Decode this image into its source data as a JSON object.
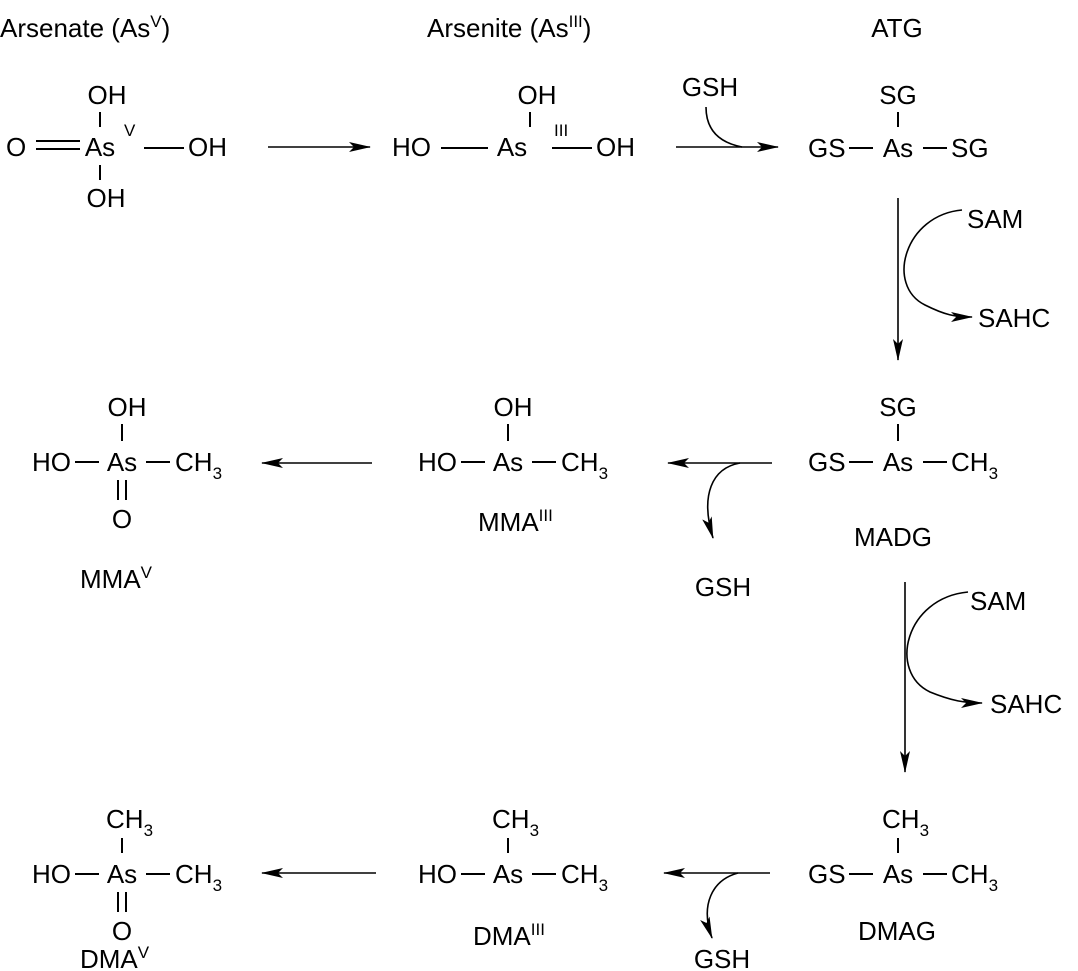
{
  "colors": {
    "ink": "#000000",
    "background": "#ffffff"
  },
  "headers": {
    "arsenate": {
      "text": "Arsenate (As",
      "sup": "V",
      "close": ")"
    },
    "arsenite": {
      "text": "Arsenite (As",
      "sup": "III",
      "close": ")"
    },
    "atg": "ATG"
  },
  "atoms": {
    "as": "As",
    "oh": "OH",
    "ho": "HO",
    "o": "O",
    "sg": "SG",
    "gs": "GS",
    "ch": "CH",
    "sub3": "3"
  },
  "oxidation_marks": {
    "v": "V",
    "iii": "III"
  },
  "reagents": {
    "gsh": "GSH",
    "sam": "SAM",
    "sahc": "SAHC"
  },
  "species": {
    "mma_v": {
      "name": "MMA",
      "sup": "V"
    },
    "mma_iii": {
      "name": "MMA",
      "sup": "III"
    },
    "madg": {
      "name": "MADG"
    },
    "dmag": {
      "name": "DMAG"
    },
    "dma_iii": {
      "name": "DMA",
      "sup": "III"
    },
    "dma_v": {
      "name": "DMA",
      "sup": "V"
    }
  }
}
